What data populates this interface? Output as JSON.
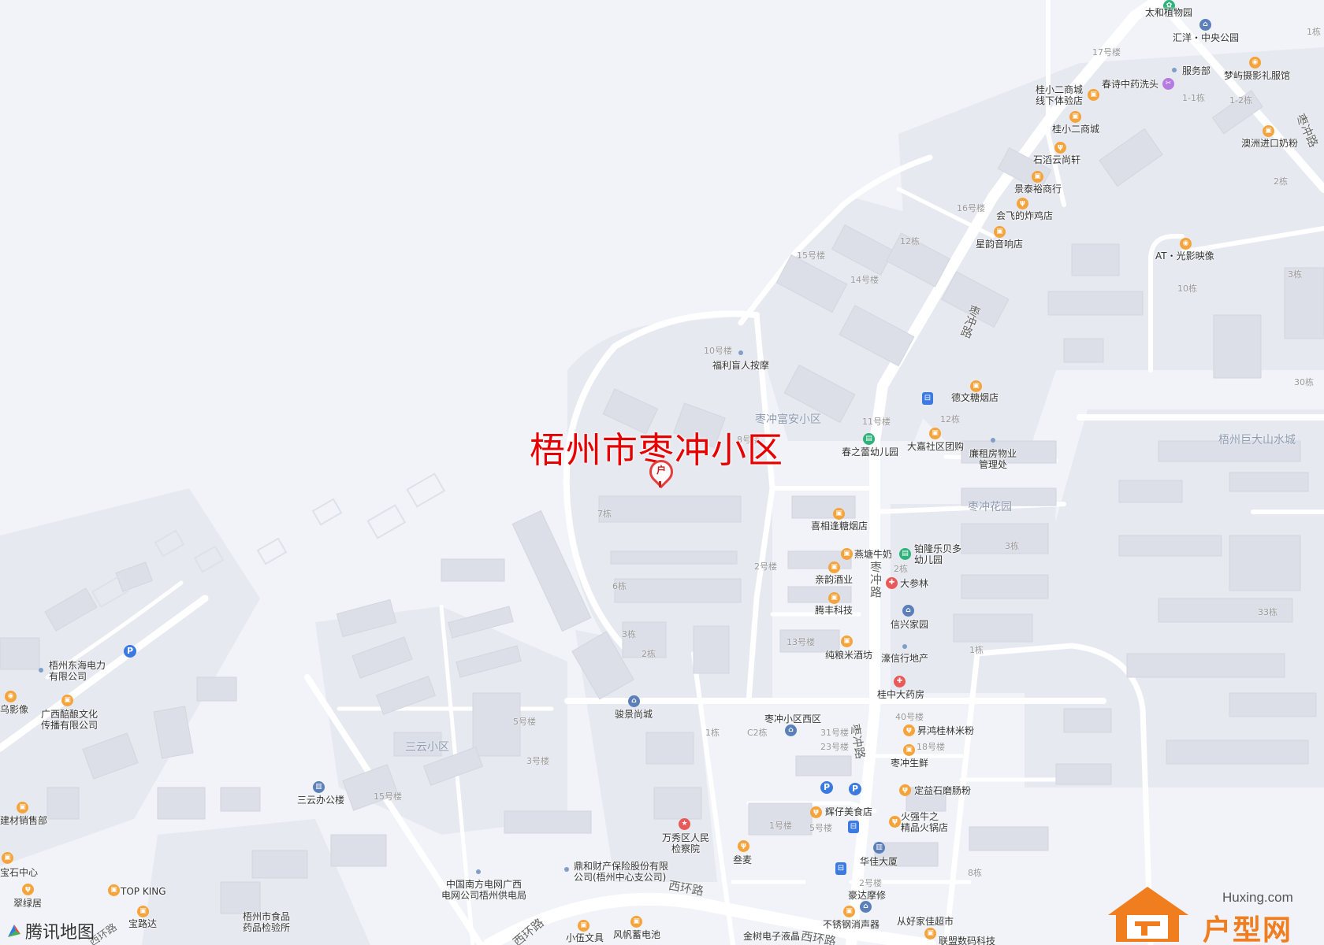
{
  "title": "梧州市枣冲小区",
  "marker_glyph": "户",
  "provider": "腾讯地图",
  "watermark": {
    "url": "Huxing.com",
    "name": "户型网"
  },
  "roads": {
    "zaochong_1": "枣\n冲\n路",
    "zaochong_2": "枣\n冲\n路",
    "zaochong_3": "枣冲路",
    "zaochong_4": "枣冲路",
    "xihuan_1": "西环路",
    "xihuan_2": "西环路",
    "xihuan_3": "西环路",
    "xihuan_4": "西环路"
  },
  "areas": {
    "fuan": "枣冲富安小区",
    "huayuan": "枣冲花园",
    "juda": "梧州巨大山水城",
    "sanyun": "三云小区"
  },
  "pois": {
    "taihe": "太和植物园",
    "huiyang": "汇洋・中央公园",
    "fuwubu": "服务部",
    "mengyu": "梦屿摄影礼服馆",
    "guixiao_tiyan": "桂小二商城\n线下体验店",
    "chunshi": "春诗中药洗头",
    "guixiao": "桂小二商城",
    "shitao": "石滔云尚轩",
    "aozhou": "澳洲进口奶粉",
    "jingtai": "景泰裕商行",
    "huifei": "会飞的炸鸡店",
    "xingyun": "星韵音响店",
    "at": "AT・光影映像",
    "fuli": "福利盲人按摩",
    "dewen": "德文糖烟店",
    "chunzhi": "春之蕾幼儿园",
    "dajia": "大嘉社区团购",
    "lianzu": "廉租房物业\n管理处",
    "xixiang": "喜相逢糖烟店",
    "yantang": "燕塘牛奶",
    "bolong": "铂隆乐贝多\n幼儿园",
    "qinyun": "亲韵酒业",
    "dashen": "大参林",
    "tengfeng": "腾丰科技",
    "xinxing": "信兴家园",
    "chunliang": "纯粮米酒坊",
    "haoxin": "濠信行地产",
    "guizhong": "桂中大药房",
    "junjing": "骏景尚城",
    "xiqu": "枣冲小区西区",
    "shenghong": "昇鸿桂林米粉",
    "shengxian": "枣冲生鲜",
    "dingyi": "定益石磨肠粉",
    "huizai": "辉仔美食店",
    "huoqiang": "火强牛之\n精品火锅店",
    "jiancha": "万秀区人民\n检察院",
    "sanmai": "叁麦",
    "huajia": "华佳大厦",
    "haoda": "豪达摩修",
    "buxiugang": "不锈钢消声器",
    "conghao": "从好家佳超市",
    "lianmeng": "联盟数码科技",
    "jinfeng": "金树电子液晶",
    "fengfan": "风帆蓄电池",
    "xiaowu": "小伍文具",
    "dinghe": "鼎和财产保险股份有限\n公司(梧州中心支公司)",
    "nanwang": "中国南方电网广西\n电网公司梧州供电局",
    "sanyun_office": "三云办公楼",
    "topking": "TOP KING",
    "baolu": "宝路达",
    "cuilv": "翠绿居",
    "baoshi": "宝石中心",
    "jiancai": "建材销售部",
    "spjy": "梧州市食品\n药品检验所",
    "donghai": "梧州东海电力\n有限公司",
    "jiuniang": "广西醅酿文化\n传播有限公司",
    "yingxiang": "乌影像"
  },
  "buildings": {
    "b1": "1栋",
    "b17": "17号楼",
    "b11": "1-1栋",
    "b12": "1-2栋",
    "b2r": "2栋",
    "b16": "16号楼",
    "b15": "15号楼",
    "b12l": "12栋",
    "b14": "14号楼",
    "b3r": "3栋",
    "b10": "10栋",
    "b10l": "10号楼",
    "b30": "30栋",
    "b11l": "11号楼",
    "b12b": "12栋",
    "b8": "8号楼",
    "b7": "7栋",
    "b2l": "2号楼",
    "b3l": "3栋",
    "b2c": "2栋",
    "b6": "6栋",
    "b33": "33栋",
    "b3ll": "3栋",
    "b2m": "2栋",
    "b13": "13号楼",
    "b1r": "1栋",
    "b40": "40号楼",
    "b1s": "1栋",
    "bc2": "C2栋",
    "b31": "31号楼",
    "b23": "23号楼",
    "b18": "18号楼",
    "b5": "5号楼",
    "b3n": "3号楼",
    "b15s": "15号楼",
    "b1n": "1号楼",
    "b5n": "5号楼",
    "b8s": "8栋",
    "b2n": "2号楼"
  },
  "colors": {
    "background": "#f1f3f8",
    "building": "#e1e4ec",
    "road": "#ffffff",
    "title": "#e60000",
    "marker": "#e43d3d"
  }
}
